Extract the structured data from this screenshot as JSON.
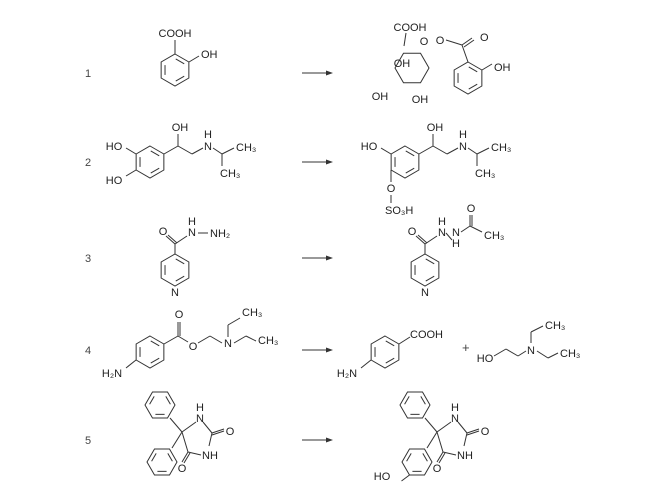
{
  "reactions": [
    {
      "number": "1",
      "reactant": {
        "labels": [
          "COOH",
          "OH"
        ]
      },
      "product": {
        "labels": [
          "COOH",
          "O",
          "O",
          "O",
          "OH",
          "OH",
          "OH",
          "OH"
        ]
      }
    },
    {
      "number": "2",
      "reactant": {
        "labels": [
          "HO",
          "HO",
          "OH",
          "H",
          "N",
          "CH₃",
          "CH₃"
        ]
      },
      "product": {
        "labels": [
          "HO",
          "O",
          "SO₃H",
          "OH",
          "H",
          "N",
          "CH₃",
          "CH₃"
        ]
      }
    },
    {
      "number": "3",
      "reactant": {
        "labels": [
          "N",
          "O",
          "H",
          "N",
          "NH₂"
        ]
      },
      "product": {
        "labels": [
          "N",
          "O",
          "H",
          "N",
          "N",
          "H",
          "O",
          "CH₃"
        ]
      }
    },
    {
      "number": "4",
      "reactant": {
        "labels": [
          "H₂N",
          "O",
          "O",
          "N",
          "CH₃",
          "CH₃"
        ]
      },
      "product": {
        "labels": [
          "H₂N",
          "COOH"
        ]
      },
      "plus": "+",
      "product2": {
        "labels": [
          "HO",
          "N",
          "CH₃",
          "CH₃"
        ]
      }
    },
    {
      "number": "5",
      "reactant": {
        "labels": [
          "H",
          "N",
          "O",
          "NH",
          "O"
        ]
      },
      "product": {
        "labels": [
          "H",
          "N",
          "O",
          "NH",
          "O",
          "HO"
        ]
      }
    }
  ],
  "colors": {
    "bond": "#333333",
    "text": "#222222"
  }
}
